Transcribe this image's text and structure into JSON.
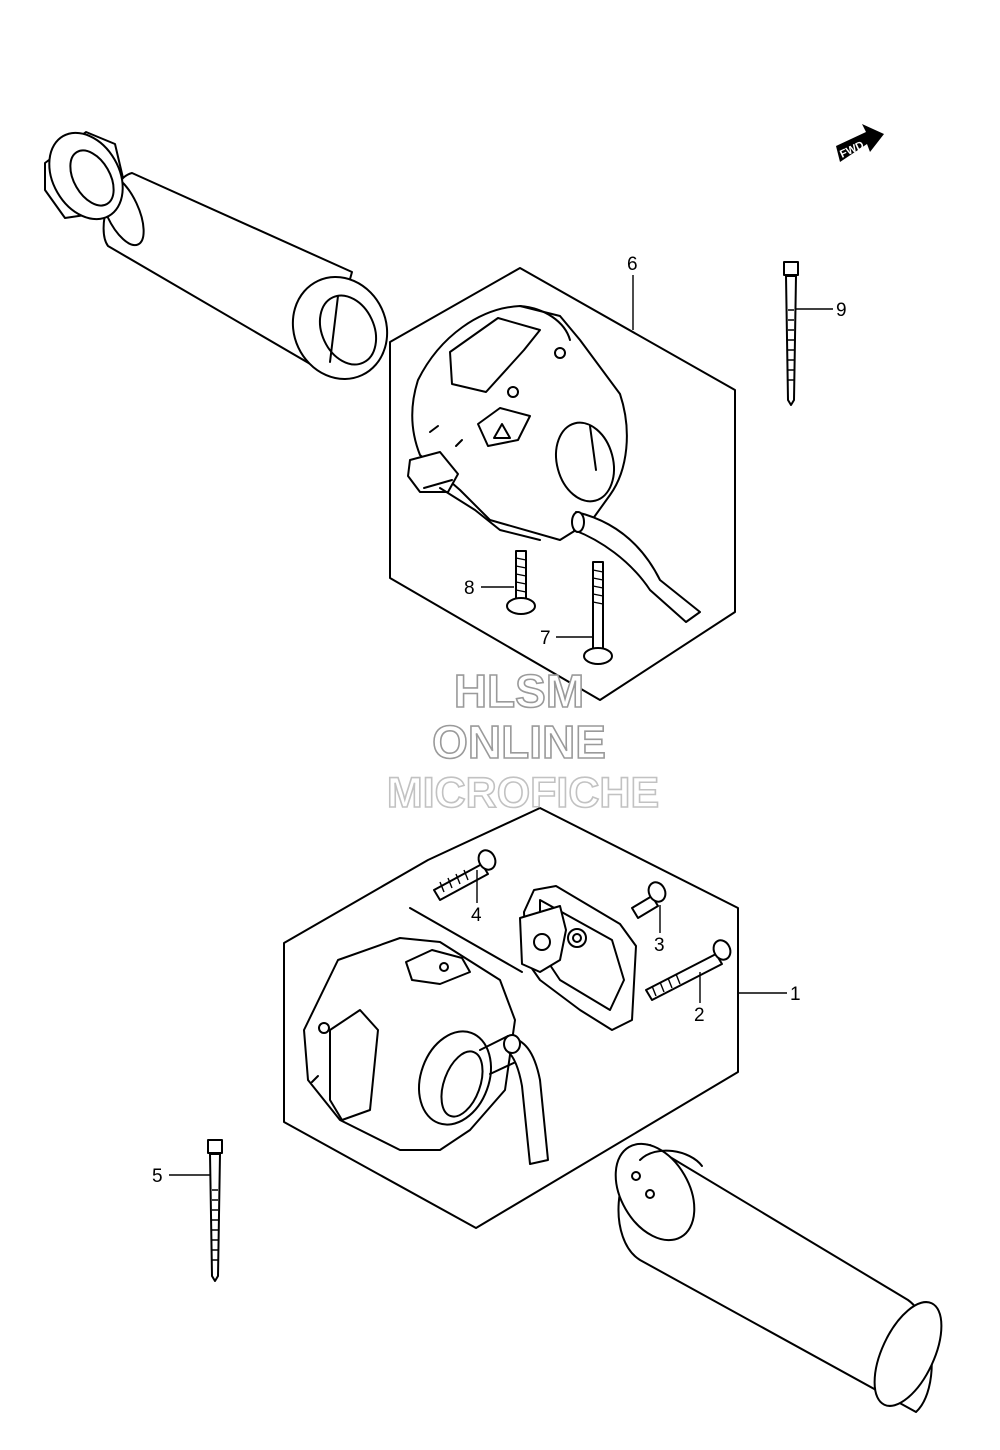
{
  "watermark": {
    "line1": "HLSM",
    "line2": "ONLINE",
    "line3": "MICROFICHE"
  },
  "direction_marker": {
    "label": "FWD",
    "icon": "forward-arrow-icon"
  },
  "callouts": [
    "1",
    "2",
    "3",
    "4",
    "5",
    "6",
    "7",
    "8",
    "9"
  ]
}
